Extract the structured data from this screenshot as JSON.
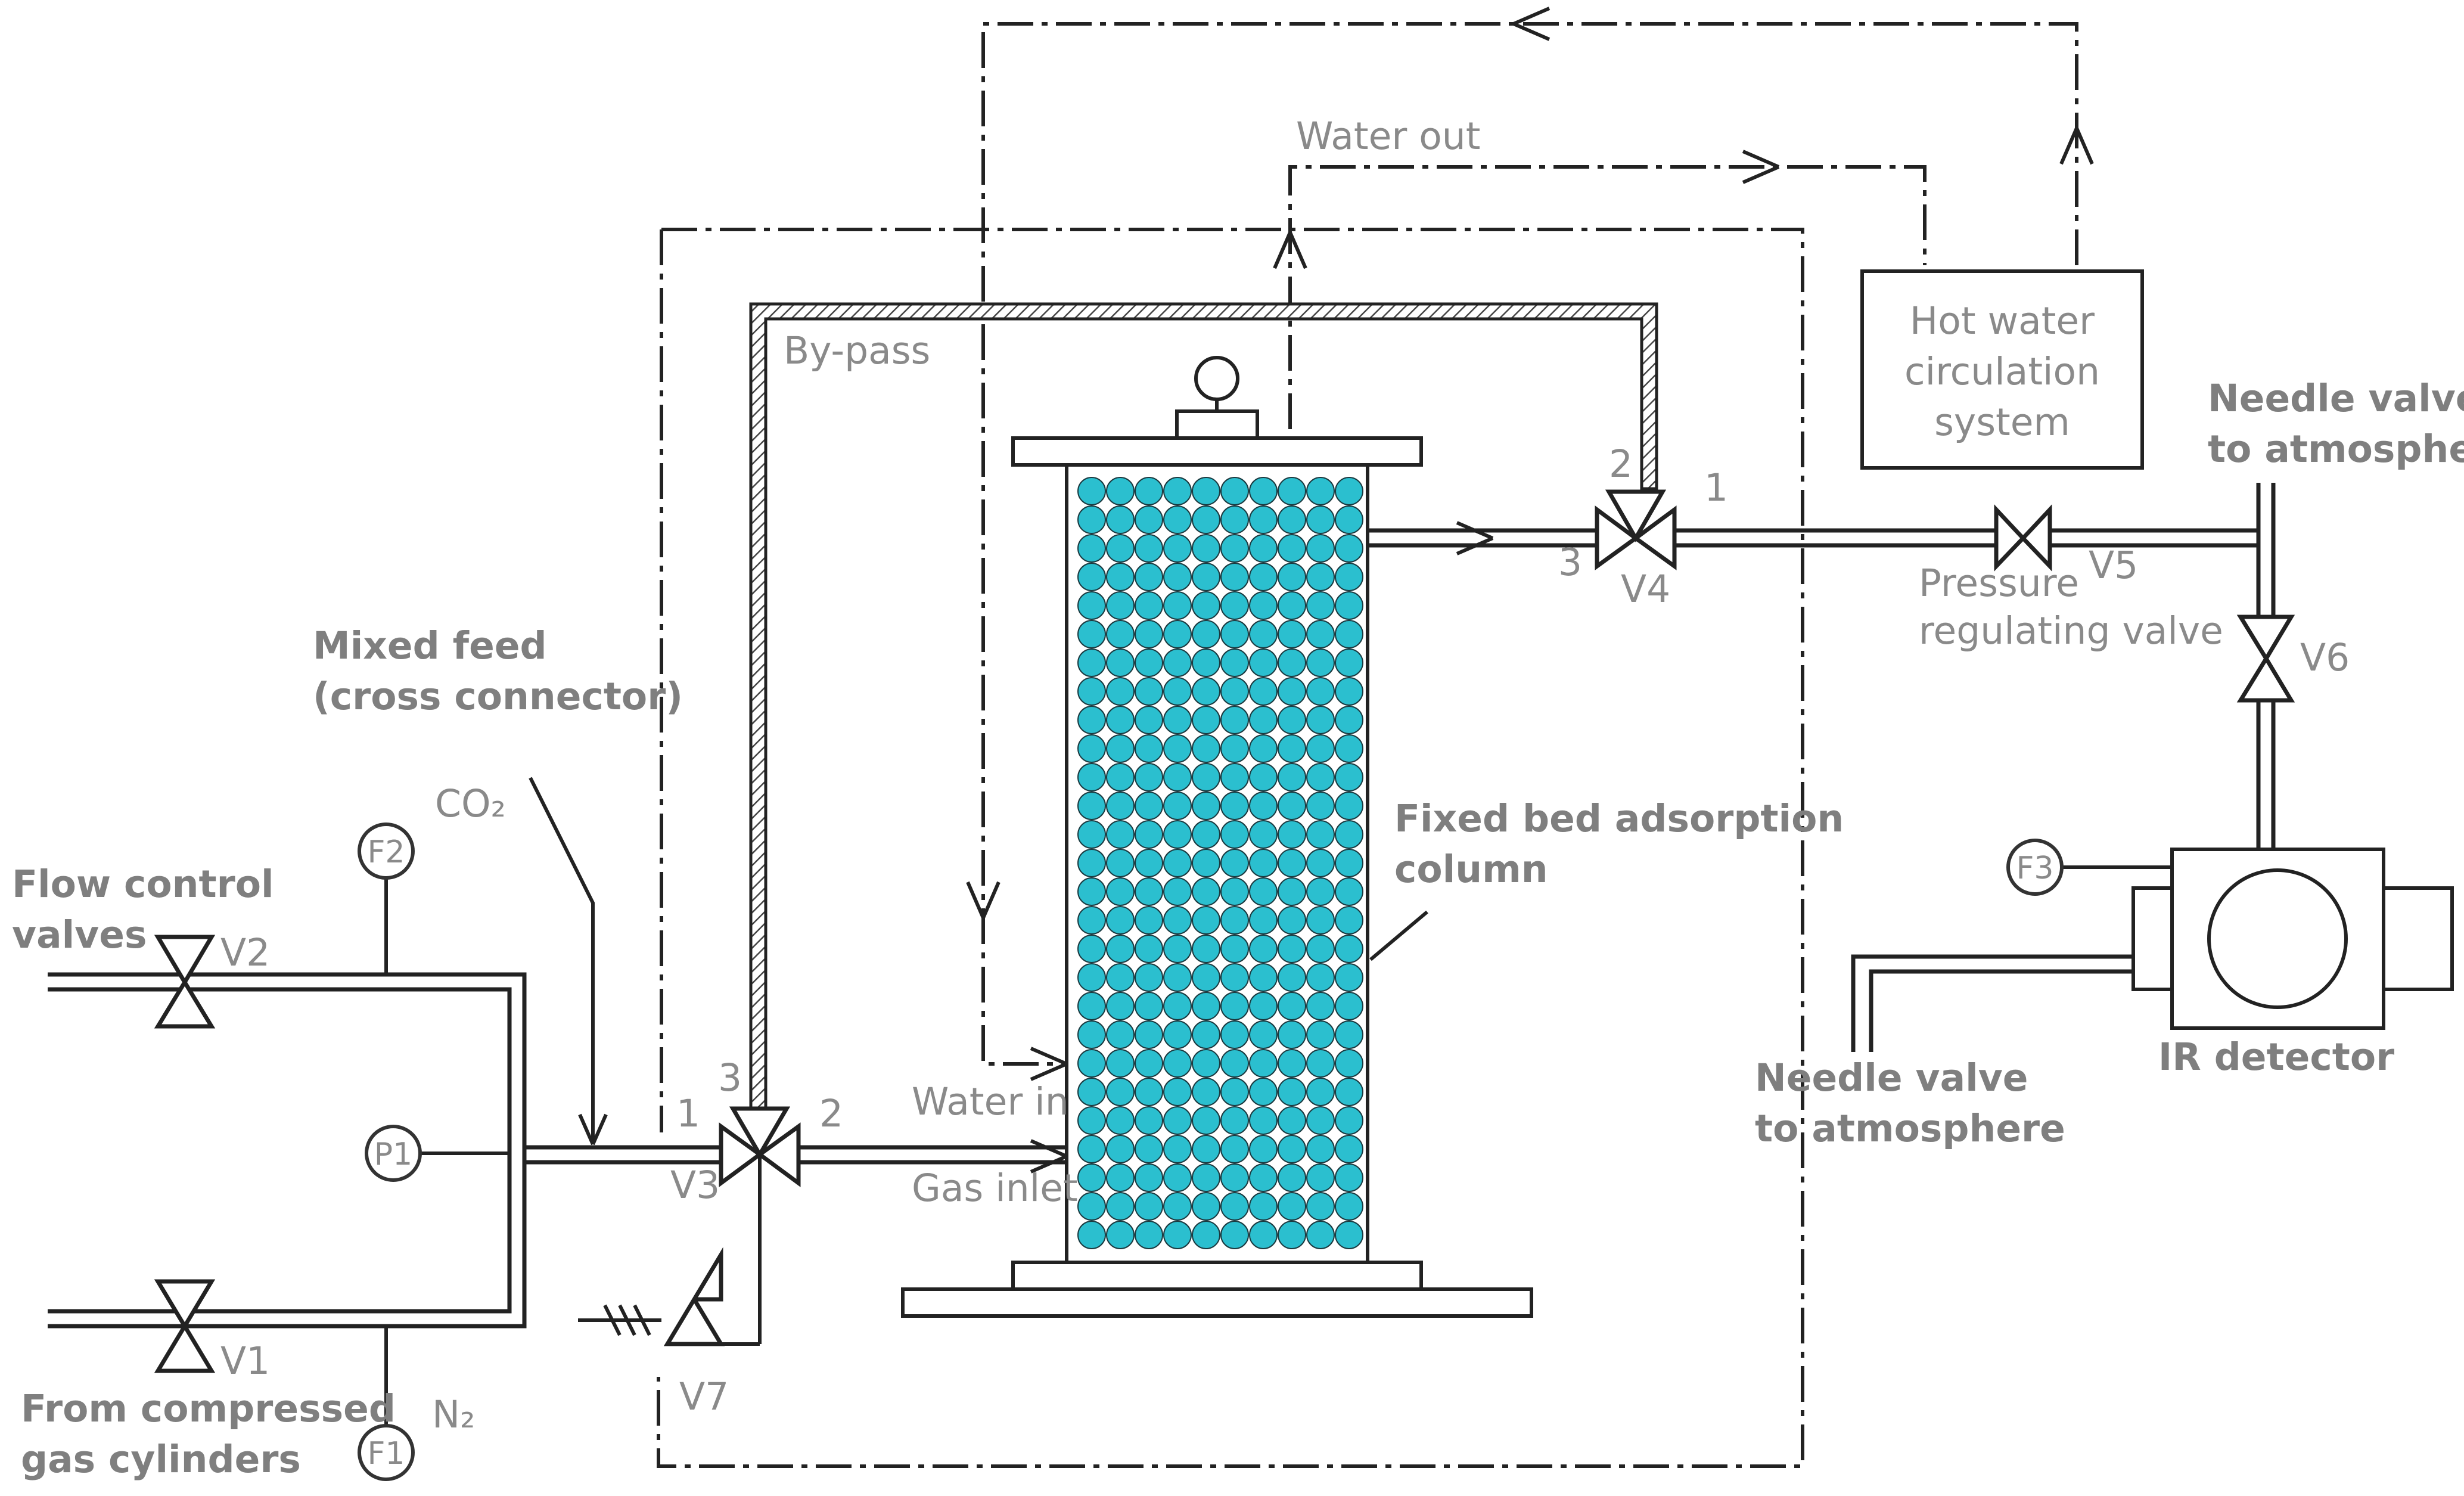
{
  "labels": {
    "water_out": "Water out",
    "hot_water": [
      "Hot water",
      "circulation",
      "system"
    ],
    "bypass": "By-pass",
    "needle_valve_top": [
      "Needle valve",
      "to atmosphere"
    ],
    "mixed_feed": [
      "Mixed feed",
      "(cross connector)"
    ],
    "co2": "CO₂",
    "flow_control": [
      "Flow control",
      "valves"
    ],
    "from_cylinders": [
      "From compressed",
      "gas cylinders"
    ],
    "n2": "N₂",
    "fixed_bed": [
      "Fixed bed adsorption",
      "column"
    ],
    "pressure_reg": [
      "Pressure",
      "regulating valve"
    ],
    "ir_detector": "IR detector",
    "needle_valve_bottom": [
      "Needle valve",
      "to atmosphere"
    ],
    "water_in": "Water in",
    "gas_inlet": "Gas inlet"
  },
  "valves": {
    "v1": "V1",
    "v2": "V2",
    "v3": "V3",
    "v4": "V4",
    "v5": "V5",
    "v6": "V6",
    "v7": "V7"
  },
  "ports": {
    "v3_1": "1",
    "v3_2": "2",
    "v3_3": "3",
    "v4_1": "1",
    "v4_2": "2",
    "v4_3": "3"
  },
  "gauges": {
    "f1": "F1",
    "f2": "F2",
    "f3": "F3",
    "p1": "P1"
  },
  "colors": {
    "bed_sphere": "#2bbfcf",
    "line": "#222222",
    "label": "#8a8a8a"
  }
}
